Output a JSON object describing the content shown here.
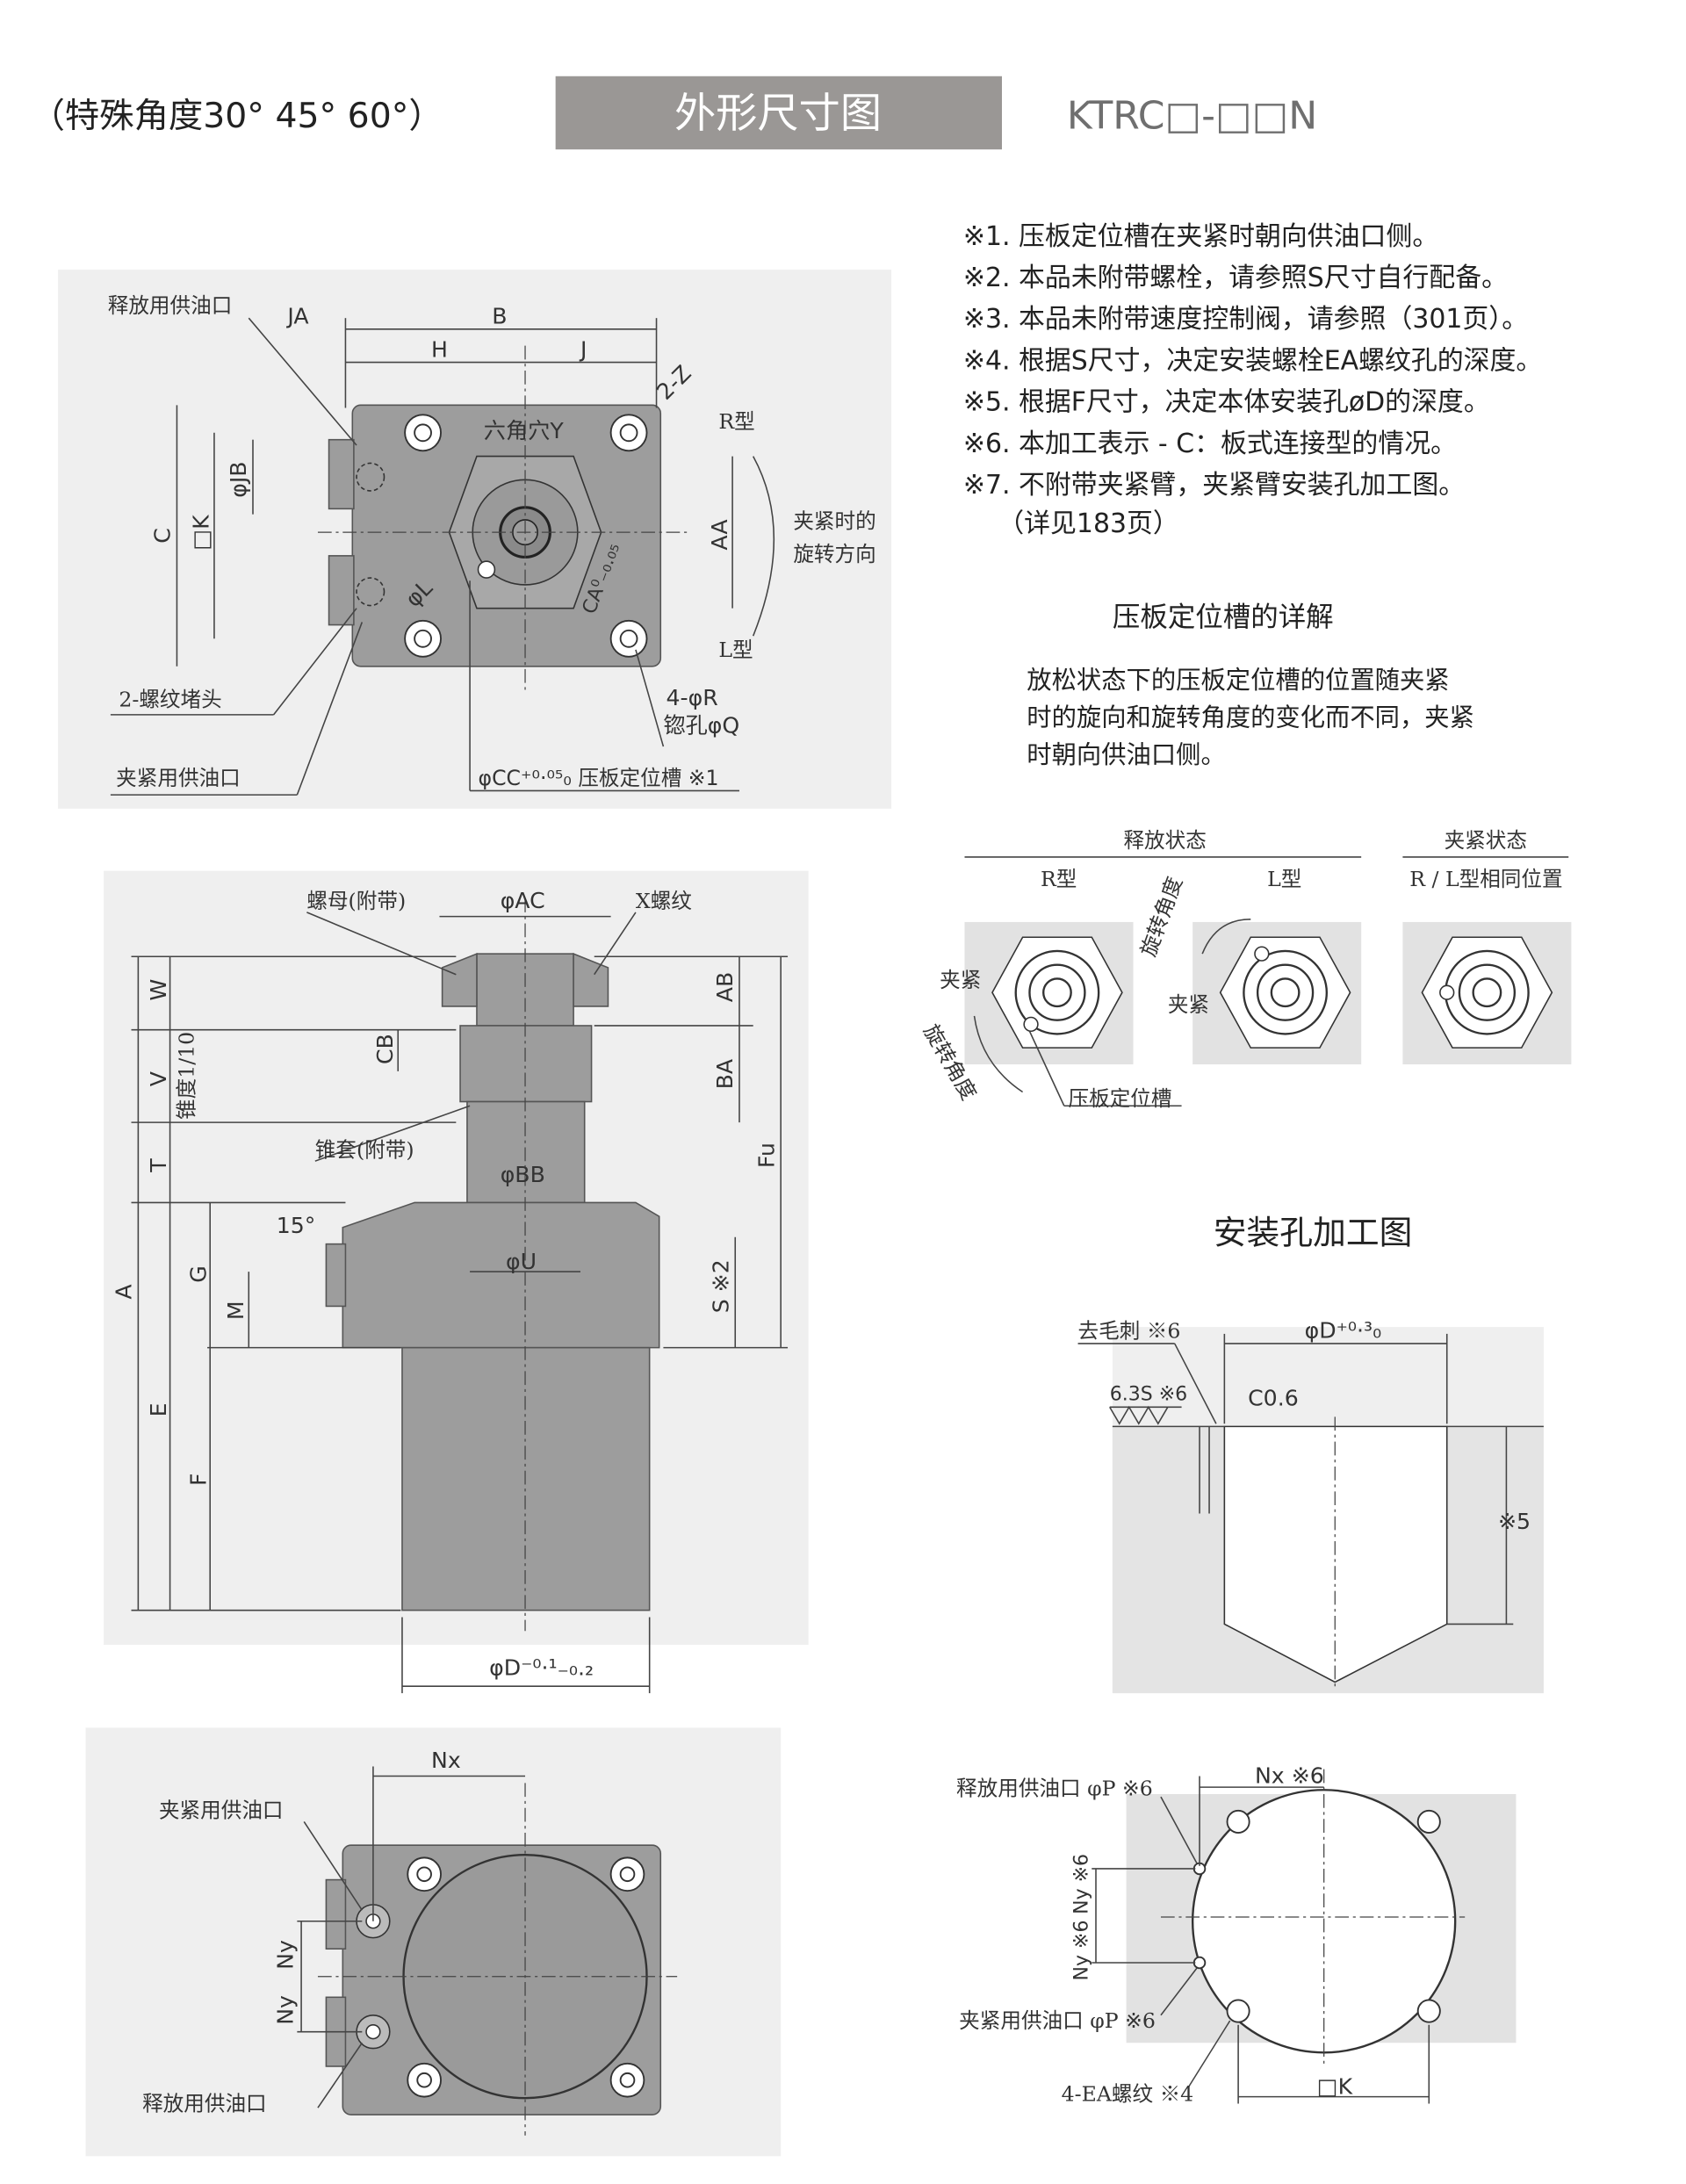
{
  "header": {
    "angle_note": "（特殊角度30°  45°  60°）",
    "title": "外形尺寸图",
    "model": "KTRC□-□□N"
  },
  "notes": [
    "※1. 压板定位槽在夹紧时朝向供油口侧。",
    "※2. 本品未附带螺栓，请参照S尺寸自行配备。",
    "※3. 本品未附带速度控制阀，请参照（301页）。",
    "※4. 根据S尺寸，决定安装螺栓EA螺纹孔的深度。",
    "※5. 根据F尺寸，决定本体安装孔øD的深度。",
    "※6. 本加工表示 - C：板式连接型的情况。",
    "※7. 不附带夹紧臂，夹紧臂安装孔加工图。",
    "（详见183页）"
  ],
  "groove_detail": {
    "title": "压板定位槽的详解",
    "text": [
      "放松状态下的压板定位槽的位置随夹紧",
      "时的旋向和旋转角度的变化而不同，夹紧",
      "时朝向供油口侧。"
    ],
    "release_state": "释放状态",
    "clamp_state": "夹紧状态",
    "r_type": "R型",
    "l_type": "L型",
    "rl_same": "R / L型相同位置",
    "clamp": "夹紧",
    "rotation_angle": "旋转角度",
    "groove": "压板定位槽"
  },
  "top_view": {
    "release_port": "释放用供油口",
    "JA": "JA",
    "B": "B",
    "H": "H",
    "J": "J",
    "ZZ": "2-Z",
    "hex": "六角穴Y",
    "R_type": "R型",
    "L_type": "L型",
    "rotation": [
      "夹紧时的",
      "旋转方向"
    ],
    "C": "C",
    "K": "□K",
    "JB": "φJB",
    "L": "φL",
    "AA": "AA",
    "CA": "CA⁰₋₀.₀₅",
    "plugs": "2-螺纹堵头",
    "R": "4-φR",
    "Q": "锪孔φQ",
    "clamp_port": "夹紧用供油口",
    "CC": "φCC⁺⁰·⁰⁵₀ 压板定位槽 ※1"
  },
  "side_view": {
    "nut": "螺母(附带)",
    "AC": "φAC",
    "X": "X螺纹",
    "W": "W",
    "V": "V",
    "T": "T",
    "A": "A",
    "E": "E",
    "F": "F",
    "G": "G",
    "M": "M",
    "taper": "锥度1/10",
    "CB": "CB",
    "AB": "AB",
    "BA": "BA",
    "Fu": "Fu",
    "sleeve": "锥套(附带)",
    "BB": "φBB",
    "angle15": "15°",
    "U": "φU",
    "S": "S ※2",
    "D": "φD⁻⁰·¹₋₀.₂"
  },
  "install": {
    "title": "安装孔加工图",
    "deburr": "去毛刺 ※6",
    "D": "φD⁺⁰·³₀",
    "rough": "6.3S ※6",
    "chamfer": "C0.6",
    "note5": "※5"
  },
  "bottom_view": {
    "Nx": "Nx",
    "clamp_port": "夹紧用供油口",
    "release_port": "释放用供油口",
    "Ny1": "Ny",
    "Ny2": "Ny"
  },
  "mount_view": {
    "Nx": "Nx ※6",
    "release_port": "释放用供油口 φP ※6",
    "clamp_port": "夹紧用供油口 φP ※6",
    "Ny1": "Ny ※6",
    "Ny2": "Ny ※6",
    "EA": "4-EA螺纹 ※4",
    "K": "□K"
  }
}
